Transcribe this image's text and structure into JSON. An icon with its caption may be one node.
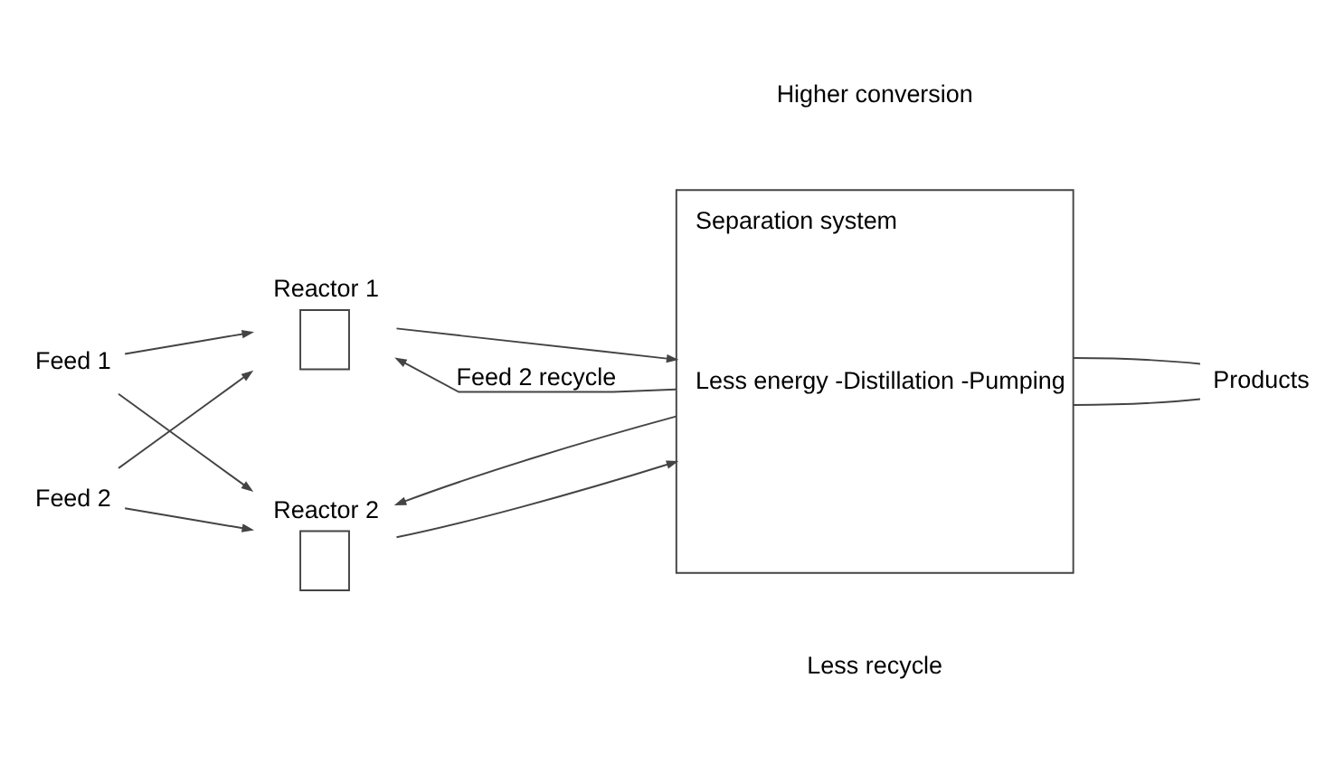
{
  "diagram": {
    "nodes": [
      {
        "text": [
          "Feed 1"
        ]
      },
      {
        "text": [
          "Feed 2"
        ]
      },
      {
        "text": [
          "Reactor 1"
        ]
      },
      {
        "text": [
          "Reactor 2"
        ]
      },
      {
        "text": [
          "Separation system",
          "Less energy -Distillation -Pumping"
        ]
      },
      {
        "text": [
          "Products"
        ]
      }
    ],
    "edges": [
      {
        "from": 0,
        "to": 2,
        "arrow": "to"
      },
      {
        "from": 0,
        "to": 3,
        "arrow": "to"
      },
      {
        "from": 1,
        "to": 2,
        "arrow": "to"
      },
      {
        "from": 1,
        "to": 3,
        "arrow": "to"
      },
      {
        "from": 2,
        "to": 4,
        "arrow": "to"
      },
      {
        "from": 3,
        "to": 4,
        "arrow": "to"
      },
      {
        "from": 4,
        "to": 5,
        "arrow": "none"
      },
      {
        "from": 4,
        "to": 5,
        "arrow": "none"
      },
      {
        "from": 4,
        "to": 2,
        "arrow": "to",
        "label": "Feed 2 recycle"
      },
      {
        "from": 4,
        "to": 3,
        "arrow": "to"
      }
    ],
    "labels": [
      "Higher conversion",
      "Less recycle"
    ]
  }
}
